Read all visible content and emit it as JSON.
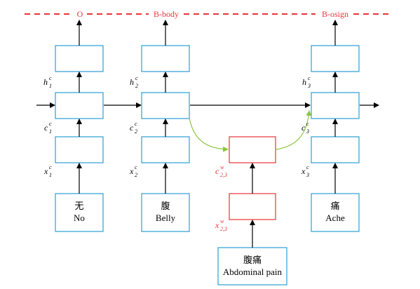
{
  "tags": [
    "O",
    "B-body",
    "B-osign"
  ],
  "hidden_labels": [
    {
      "base": "h",
      "sup": "c",
      "sub": "1"
    },
    {
      "base": "h",
      "sup": "c",
      "sub": "2"
    },
    {
      "base": "h",
      "sup": "c",
      "sub": "3"
    }
  ],
  "cell_labels": [
    {
      "base": "c",
      "sup": "c",
      "sub": "1"
    },
    {
      "base": "c",
      "sup": "c",
      "sub": "2"
    },
    {
      "base": "c",
      "sup": "c",
      "sub": "3"
    }
  ],
  "input_labels": [
    {
      "base": "x",
      "sup": "c",
      "sub": "1"
    },
    {
      "base": "x",
      "sup": "c",
      "sub": "2"
    },
    {
      "base": "x",
      "sup": "c",
      "sub": "3"
    }
  ],
  "word_cell_label": {
    "base": "c",
    "sup": "w",
    "sub": "2,3"
  },
  "word_input_label": {
    "base": "x",
    "sup": "w",
    "sub": "2,3"
  },
  "inputs": [
    {
      "cjk": "无",
      "en": "No"
    },
    {
      "cjk": "腹",
      "en": "Belly"
    },
    {
      "cjk": "痛",
      "en": "Ache"
    }
  ],
  "word_input": {
    "cjk": "腹痛",
    "en": "Abdominal pain"
  },
  "colors": {
    "lstm_box": "#2a9fd6",
    "word_box": "#e8323a",
    "tag_text": "#e8323a",
    "word_path": "#8cc63f"
  }
}
